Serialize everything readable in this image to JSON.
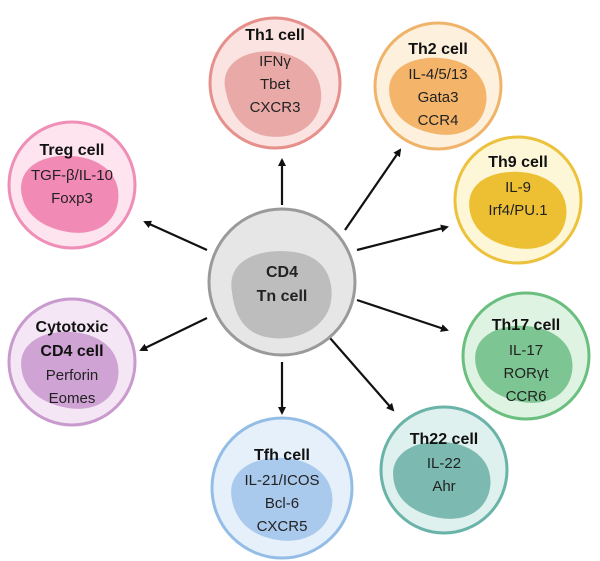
{
  "center": {
    "title": "CD4",
    "subtitle": "Tn cell",
    "colors": {
      "outer_fill": "#e6e6e6",
      "outer_stroke": "#9a9a9a",
      "nucleus": "#bdbdbd"
    }
  },
  "cells": [
    {
      "id": "th1",
      "title_lines": [
        "Th1 cell"
      ],
      "lines": [
        "IFNγ",
        "Tbet",
        "CXCR3"
      ],
      "colors": {
        "outer_fill": "#fbe3e1",
        "outer_stroke": "#e6908c",
        "nucleus": "#e9aaa7"
      }
    },
    {
      "id": "th2",
      "title_lines": [
        "Th2 cell"
      ],
      "lines": [
        "IL-4/5/13",
        "Gata3",
        "CCR4"
      ],
      "colors": {
        "outer_fill": "#fdf0dc",
        "outer_stroke": "#f0b36a",
        "nucleus": "#f4b56b"
      }
    },
    {
      "id": "th9",
      "title_lines": [
        "Th9 cell"
      ],
      "lines": [
        "IL-9",
        "Irf4/PU.1"
      ],
      "colors": {
        "outer_fill": "#fdf7d8",
        "outer_stroke": "#ecc23c",
        "nucleus": "#edc034"
      }
    },
    {
      "id": "th17",
      "title_lines": [
        "Th17 cell"
      ],
      "lines": [
        "IL-17",
        "RORγt",
        "CCR6"
      ],
      "colors": {
        "outer_fill": "#dff3e3",
        "outer_stroke": "#6abf7f",
        "nucleus": "#7dc592"
      }
    },
    {
      "id": "th22",
      "title_lines": [
        "Th22 cell"
      ],
      "lines": [
        "IL-22",
        "Ahr"
      ],
      "colors": {
        "outer_fill": "#dff1ee",
        "outer_stroke": "#6ab3a8",
        "nucleus": "#7cbab1"
      }
    },
    {
      "id": "tfh",
      "title_lines": [
        "Tfh cell"
      ],
      "lines": [
        "IL-21/ICOS",
        "Bcl-6",
        "CXCR5"
      ],
      "colors": {
        "outer_fill": "#e5f0fb",
        "outer_stroke": "#94bde6",
        "nucleus": "#a9c9ed"
      }
    },
    {
      "id": "cytotoxic",
      "title_lines": [
        "Cytotoxic",
        "CD4 cell"
      ],
      "lines": [
        "Perforin",
        "Eomes"
      ],
      "colors": {
        "outer_fill": "#f4e6f5",
        "outer_stroke": "#c99acd",
        "nucleus": "#cfa3d3"
      }
    },
    {
      "id": "treg",
      "title_lines": [
        "Treg cell"
      ],
      "lines": [
        "TGF-β/IL-10",
        "Foxp3"
      ],
      "colors": {
        "outer_fill": "#fde4ee",
        "outer_stroke": "#ef8eb6",
        "nucleus": "#f28ab6"
      }
    }
  ],
  "arrow_color": "#111111"
}
